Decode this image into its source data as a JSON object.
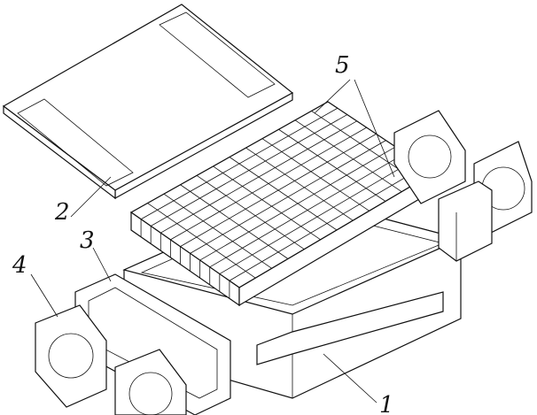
{
  "labels": {
    "base_box": "1",
    "top_cover": "2",
    "air_duct": "3",
    "fan": "4",
    "battery_module": "5"
  }
}
